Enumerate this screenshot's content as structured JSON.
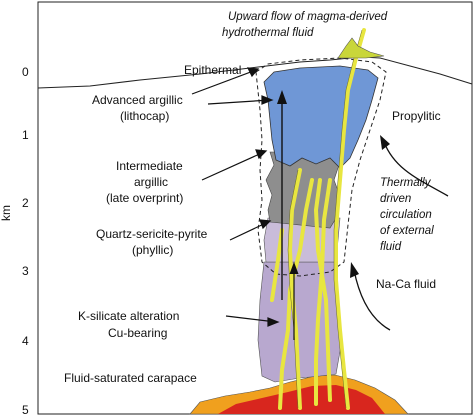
{
  "title": {
    "line1": "Upward flow of magma-derived",
    "line2": "hydrothermal fluid"
  },
  "axis": {
    "label": "km",
    "ticks": [
      "0",
      "1",
      "2",
      "3",
      "4",
      "5"
    ]
  },
  "zones": {
    "epithermal": "Epithermal",
    "advanced_argillic": {
      "line1": "Advanced argillic",
      "line2": "(lithocap)"
    },
    "intermediate_argillic": {
      "line1": "Intermediate",
      "line2": "argillic",
      "line3": "(late overprint)"
    },
    "phyllic": {
      "line1": "Quartz-sericite-pyrite",
      "line2": "(phyllic)"
    },
    "k_silicate": {
      "line1": "K-silicate alteration",
      "line2": "Cu-bearing"
    },
    "carapace": "Fluid-saturated carapace",
    "propylitic": "Propylitic",
    "na_ca": "Na-Ca fluid"
  },
  "external_flow": {
    "line1": "Thermally",
    "line2": "driven",
    "line3": "circulation",
    "line4": "of external",
    "line5": "fluid"
  },
  "colors": {
    "lithocap": "#6f97d6",
    "intermediate": "#8e8e8e",
    "phyllic": "#b8a8cf",
    "vein": "#e8e640",
    "carapace_orange": "#f0a01e",
    "carapace_red": "#d8261e"
  }
}
